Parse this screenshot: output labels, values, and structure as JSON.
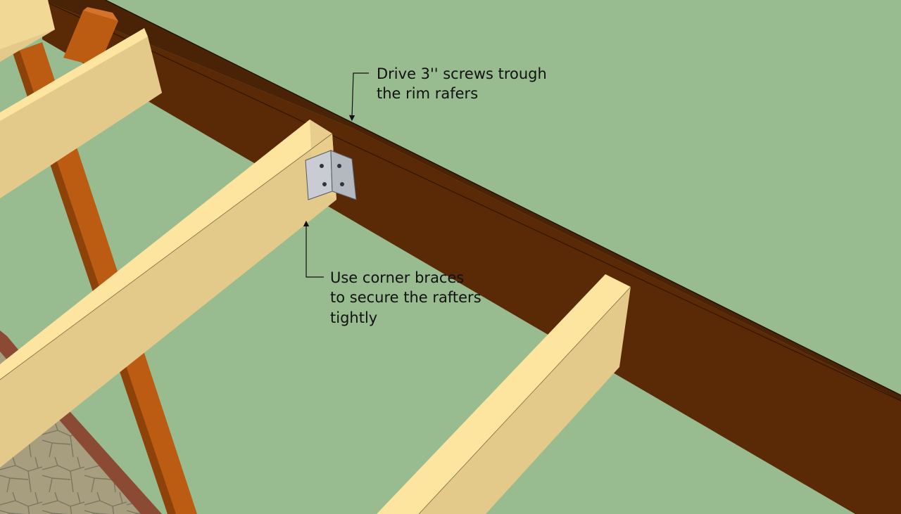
{
  "scene": {
    "background_color": "#98bc8f",
    "colors": {
      "rim_rafter_face": "#5a2a06",
      "rim_rafter_top": "#4a2205",
      "rafter_top": "#fde59f",
      "rafter_side": "#e3c98a",
      "rafter_end": "#e8cd8d",
      "post": "#bb5c12",
      "post_dark": "#8d420a",
      "bracket": "#c9ccd2",
      "stone": "#a79e80",
      "brick": "#8a4a33"
    }
  },
  "callouts": {
    "screws": {
      "line1": "Drive 3'' screws trough",
      "line2": "the rim rafers"
    },
    "braces": {
      "line1": "Use corner braces",
      "line2": "to secure the rafters",
      "line3": "tightly"
    }
  }
}
